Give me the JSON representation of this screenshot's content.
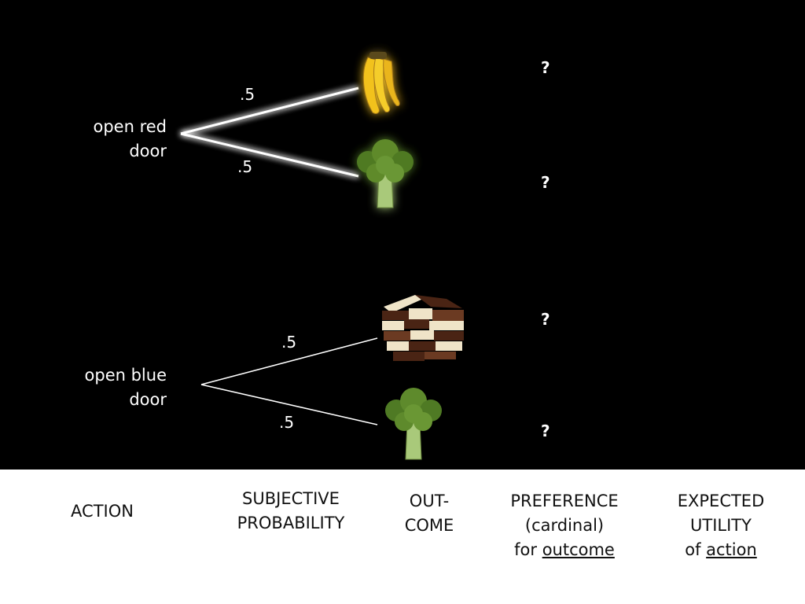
{
  "branches": [
    {
      "action_line1": "open red",
      "action_line2": "door",
      "outcomes": [
        {
          "probability": ".5",
          "outcome_icon": "banana-icon",
          "preference": "?"
        },
        {
          "probability": ".5",
          "outcome_icon": "broccoli-icon",
          "preference": "?"
        }
      ],
      "glow": true
    },
    {
      "action_line1": "open blue",
      "action_line2": "door",
      "outcomes": [
        {
          "probability": ".5",
          "outcome_icon": "chocolate-icon",
          "preference": "?"
        },
        {
          "probability": ".5",
          "outcome_icon": "broccoli-icon",
          "preference": "?"
        }
      ],
      "glow": false
    }
  ],
  "columns": {
    "action": "ACTION",
    "probability_line1": "SUBJECTIVE",
    "probability_line2": "PROBABILITY",
    "outcome_line1": "OUT-",
    "outcome_line2": "COME",
    "preference_line1": "PREFERENCE",
    "preference_line2": "(cardinal)",
    "preference_line3_prefix": "for ",
    "preference_line3_link": "outcome",
    "utility_line1": "EXPECTED",
    "utility_line2": "UTILITY",
    "utility_line3_prefix": "of ",
    "utility_line3_link": "action"
  },
  "colors": {
    "stage_bg": "#000000",
    "footer_bg": "#ffffff",
    "line": "#ffffff",
    "banana": "#f2c21b",
    "broccoli": "#5e8a2c",
    "chocolate_dark": "#4a2414",
    "chocolate_white": "#efe4c8"
  }
}
